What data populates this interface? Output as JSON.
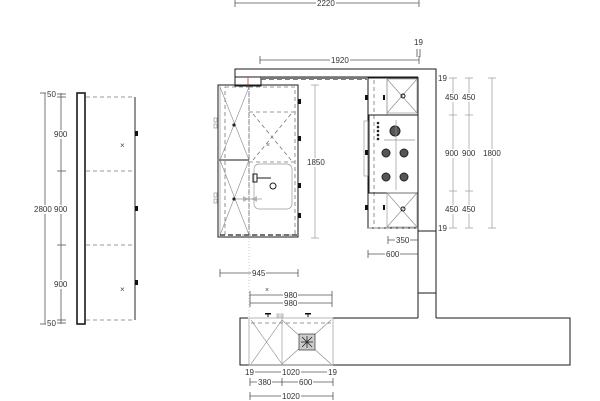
{
  "drawing": {
    "type": "kitchen-floor-plan",
    "colors": {
      "line": "#1a1a1a",
      "dim_line": "#555555",
      "hidden_line": "#777777",
      "accent_red": "#d9534f"
    },
    "top_dimensions": {
      "overall_width": "2220",
      "run_width": "1920",
      "end_panel": "19"
    },
    "left_elevation": {
      "top_gap": "50",
      "sections": [
        "900",
        "900",
        "900"
      ],
      "bottom_gap": "50",
      "total_height": "2800"
    },
    "left_run": {
      "depth": "1850",
      "width": "945"
    },
    "right_run": {
      "end_top": "19",
      "end_bottom": "19",
      "col1": [
        "450",
        "900",
        "450"
      ],
      "col2": [
        "450",
        "900",
        "450"
      ],
      "total": "1800",
      "depth_a": "350",
      "depth_b": "600"
    },
    "bottom_run": {
      "top_dim_1": "980",
      "top_dim_2": "980",
      "left_end": "19",
      "width": "1020",
      "right_end": "19",
      "seg_1": "380",
      "seg_2": "600",
      "overall": "1020"
    }
  }
}
